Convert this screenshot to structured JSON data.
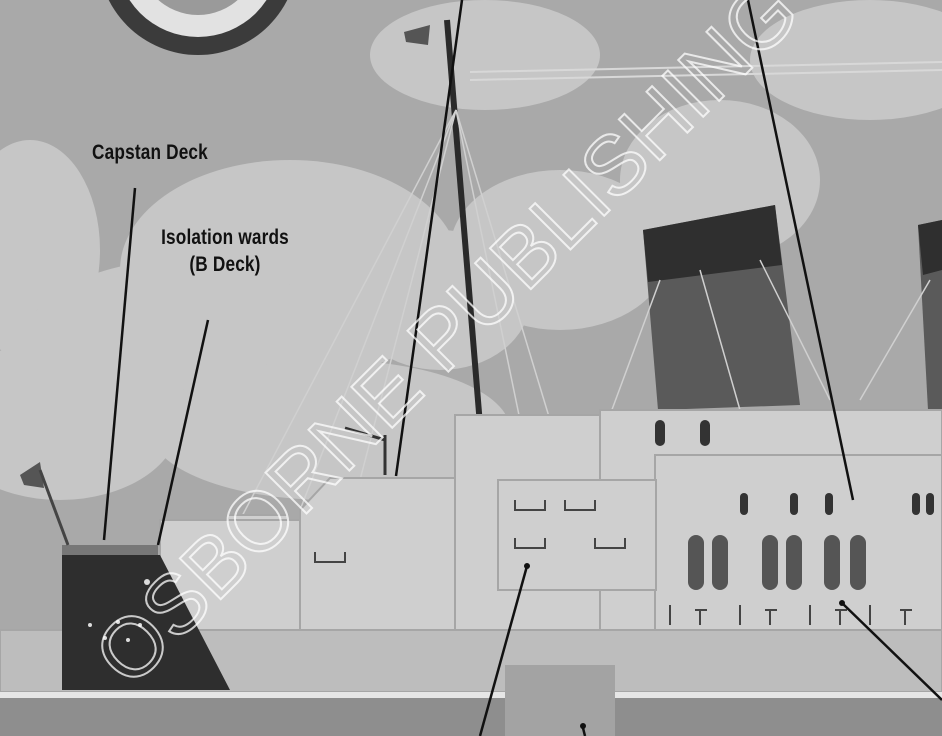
{
  "labels": {
    "capstan_deck": "Capstan Deck",
    "isolation_wards_line1": "Isolation wards",
    "isolation_wards_line2": "(B Deck)"
  },
  "watermark": "OSBORNE PUBLISHING",
  "colors": {
    "sky": "#a9a9a9",
    "cloud": "#c9c9c9",
    "hull_dark": "#2e2e2e",
    "superstructure": "#cfcfcf",
    "funnel": "#3a3a3a",
    "water_line": "#e6e6e6",
    "leader_line": "#111111"
  }
}
